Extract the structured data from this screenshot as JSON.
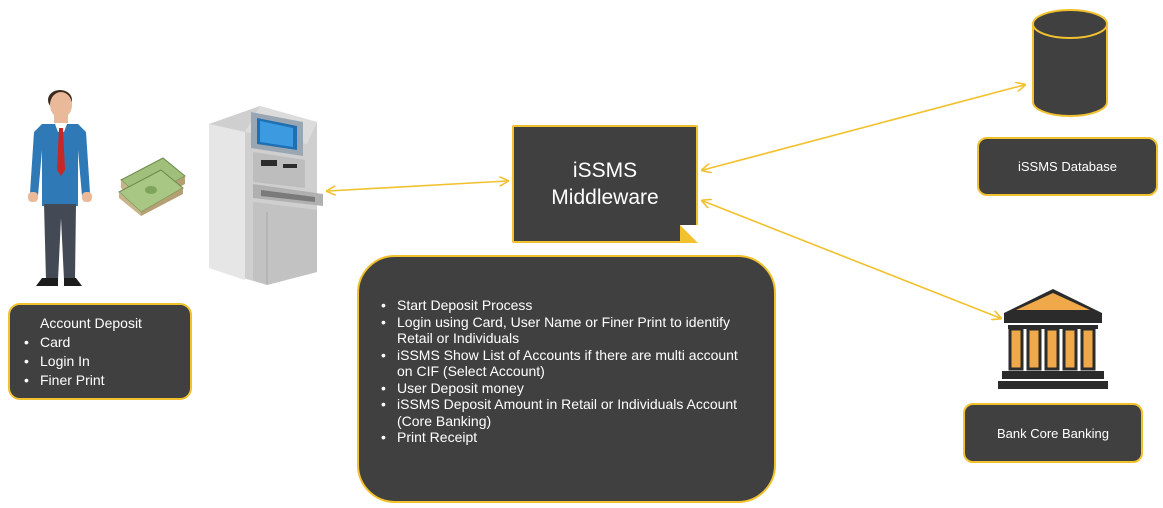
{
  "colors": {
    "box_fill": "#404040",
    "accent": "#f2c12e",
    "text": "#ffffff"
  },
  "icons": [
    "person-icon",
    "cash-icon",
    "atm-icon",
    "database-icon",
    "bank-icon"
  ],
  "account_deposit": {
    "title": "Account Deposit",
    "items": [
      "Card",
      "Login In",
      "Finer Print"
    ]
  },
  "middleware": {
    "line1": "iSSMS",
    "line2": "Middleware"
  },
  "process": {
    "steps": [
      "Start Deposit Process",
      "Login using Card, User Name or Finer Print to identify Retail or  Individuals",
      "iSSMS Show List of Accounts if there are multi account on CIF (Select Account)",
      "User Deposit money",
      "iSSMS Deposit Amount in Retail or Individuals Account (Core Banking)",
      "Print Receipt"
    ]
  },
  "database": {
    "label": "iSSMS Database"
  },
  "bank": {
    "label": "Bank Core Banking"
  }
}
